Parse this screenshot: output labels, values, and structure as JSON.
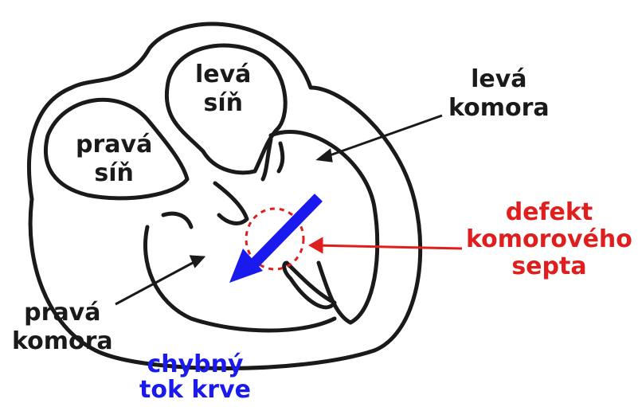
{
  "labels": {
    "left_atrium": [
      "levá",
      "síň"
    ],
    "right_atrium": [
      "pravá",
      "síň"
    ],
    "left_ventricle": [
      "levá",
      "komora"
    ],
    "right_ventricle": [
      "pravá",
      "komora"
    ],
    "defect": [
      "defekt",
      "komorového",
      "septa"
    ],
    "flow": [
      "chybný",
      "tok krve"
    ]
  },
  "colors": {
    "outline": "#1a1a1a",
    "defect": "#e01e1e",
    "flow": "#1a1aee"
  }
}
